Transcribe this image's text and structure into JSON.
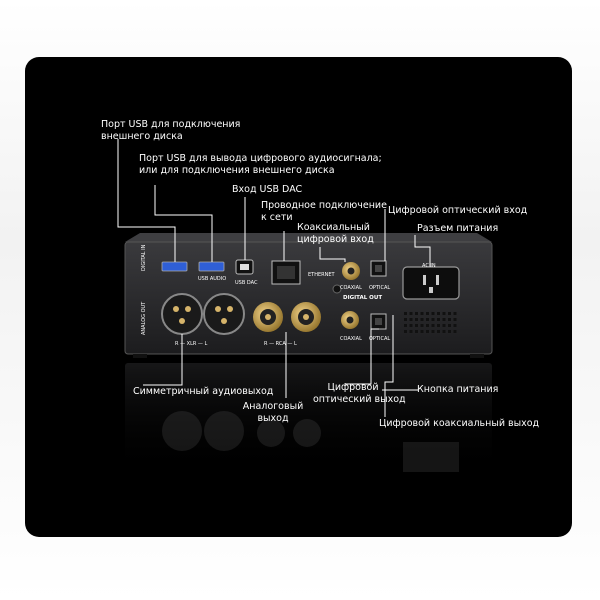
{
  "labels": {
    "usb_external_disk_1": "Порт USB для подключения",
    "usb_external_disk_2": "внешнего диска",
    "usb_digital_out_1": "Порт USB для вывода цифрового аудиосигнала;",
    "usb_digital_out_2": "или для подключения внешнего диска",
    "usb_dac": "Вход USB DAC",
    "ethernet_1": "Проводное подключение",
    "ethernet_2": "к сети",
    "optical_in": "Цифровой оптический вход",
    "coaxial_in_1": "Коаксиальный",
    "coaxial_in_2": "цифровой вход",
    "power_socket": "Разъем питания",
    "balanced_out": "Симметричный аудиовыход",
    "analog_out_1": "Аналоговый",
    "analog_out_2": "выход",
    "optical_out_1": "Цифровой",
    "optical_out_2": "оптический выход",
    "power_button": "Кнопка питания",
    "coaxial_out": "Цифровой коаксиальный выход"
  },
  "panel": {
    "digital_in": "DIGITAL IN",
    "usb_audio": "USB AUDIO",
    "usb_dac": "USB DAC",
    "ethernet": "ETHERNET",
    "coaxial_top": "COAXIAL",
    "optical_top": "OPTICAL",
    "digital_out": "DIGITAL OUT",
    "coaxial_bottom": "COAXIAL",
    "optical_bottom": "OPTICAL",
    "analog_out": "ANALOG OUT",
    "xlr": "R — XLR — L",
    "rca": "R — RCA — L",
    "ac_in": "AC IN"
  },
  "colors": {
    "card": "#000000",
    "chassis": "#2a2a2c",
    "usb_blue": "#2f5fd6",
    "gold": "#c9a14a",
    "line": "#ffffff"
  }
}
